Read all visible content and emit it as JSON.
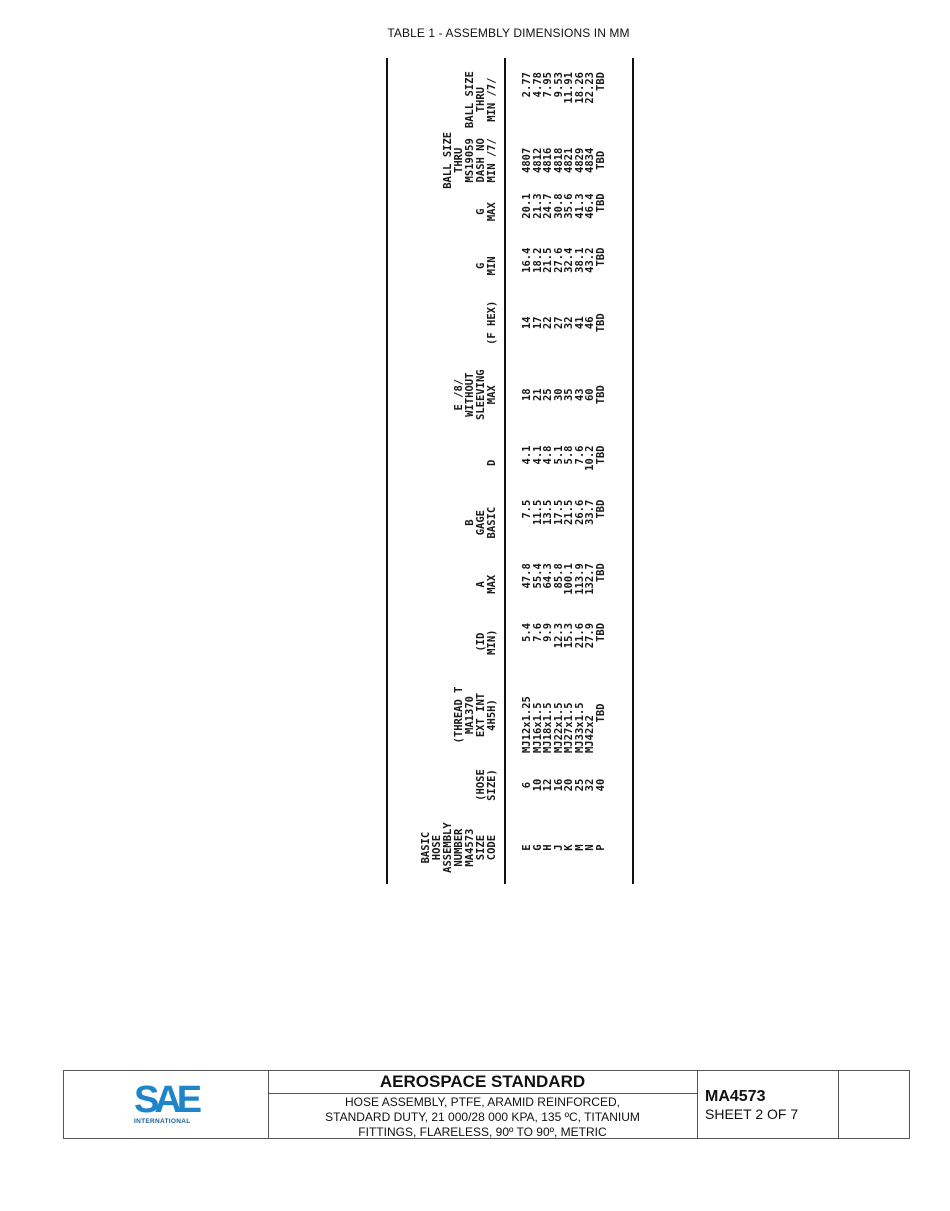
{
  "page": {
    "title": "TABLE 1 - ASSEMBLY DIMENSIONS IN MM"
  },
  "table": {
    "orientation": "rotated-90-ccw",
    "columns": [
      {
        "key": "size_code",
        "header": "BASIC\nHOSE\nASSEMBLY\nNUMBER\nMA4573\nSIZE\nCODE",
        "values": [
          "E",
          "G",
          "H",
          "J",
          "K",
          "M",
          "N",
          "P"
        ]
      },
      {
        "key": "hose_size",
        "header": "(HOSE\nSIZE)",
        "values": [
          "6",
          "10",
          "12",
          "16",
          "20",
          "25",
          "32",
          "40"
        ]
      },
      {
        "key": "thread",
        "header": "(THREAD T\nMA1370\nEXT INT\n4H5H)",
        "values": [
          "MJ12x1.25",
          "MJ16x1.5",
          "MJ18x1.5",
          "MJ22x1.5",
          "MJ27x1.5",
          "MJ33x1.5",
          "MJ42x2",
          "TBD"
        ]
      },
      {
        "key": "id_min",
        "header": "(ID\nMIN)",
        "values": [
          "5.4",
          "7.6",
          "9.9",
          "12.3",
          "15.3",
          "21.6",
          "27.9",
          "TBD"
        ]
      },
      {
        "key": "a_max",
        "header": "A\nMAX",
        "values": [
          "47.8",
          "55.4",
          "64.3",
          "85.8",
          "100.1",
          "113.9",
          "132.7",
          "TBD"
        ]
      },
      {
        "key": "b_gage",
        "header": "B\nGAGE\nBASIC",
        "values": [
          "7.5",
          "11.5",
          "13.5",
          "17.5",
          "21.5",
          "26.6",
          "33.7",
          "TBD"
        ]
      },
      {
        "key": "d",
        "header": "D",
        "values": [
          "4.1",
          "4.1",
          "4.8",
          "5.1",
          "5.8",
          "7.6",
          "10.2",
          "TBD"
        ]
      },
      {
        "key": "e_max",
        "header": "E /8/\nWITHOUT\nSLEEVING\nMAX",
        "values": [
          "18",
          "21",
          "25",
          "30",
          "35",
          "43",
          "60",
          "TBD"
        ]
      },
      {
        "key": "f_hex",
        "header": "(F HEX)",
        "values": [
          "14",
          "17",
          "22",
          "27",
          "32",
          "41",
          "46",
          "TBD"
        ]
      },
      {
        "key": "g_min",
        "header": "G\nMIN",
        "values": [
          "16.4",
          "18.2",
          "21.5",
          "27.6",
          "32.4",
          "38.1",
          "43.2",
          "TBD"
        ]
      },
      {
        "key": "g_max",
        "header": "G\nMAX",
        "values": [
          "20.1",
          "21.3",
          "24.7",
          "30.8",
          "35.6",
          "41.3",
          "46.4",
          "TBD"
        ]
      },
      {
        "key": "ball_dash",
        "header": "BALL SIZE\nTHRU\nMS19059\nDASH NO\nMIN /7/",
        "values": [
          "4807",
          "4812",
          "4816",
          "4818",
          "4821",
          "4829",
          "4834",
          "TBD"
        ]
      },
      {
        "key": "ball_min",
        "header": "BALL SIZE\nTHRU\nMIN /7/",
        "values": [
          "2.77",
          "4.78",
          "7.95",
          "9.53",
          "11.91",
          "18.26",
          "22.23",
          "TBD"
        ]
      }
    ]
  },
  "footer": {
    "logo_text": "SAE",
    "logo_subtext": "INTERNATIONAL",
    "heading": "AEROSPACE STANDARD",
    "description_lines": [
      "HOSE ASSEMBLY, PTFE, ARAMID REINFORCED,",
      "STANDARD DUTY, 21 000/28 000 KPA, 135 ºC, TITANIUM",
      "FITTINGS, FLARELESS, 90º TO 90º, METRIC"
    ],
    "doc_number": "MA4573",
    "sheet": "SHEET 2 OF 7"
  },
  "colors": {
    "logo_blue": "#1e86c8",
    "logo_dark": "#1b5f8f",
    "rule": "#111111"
  }
}
